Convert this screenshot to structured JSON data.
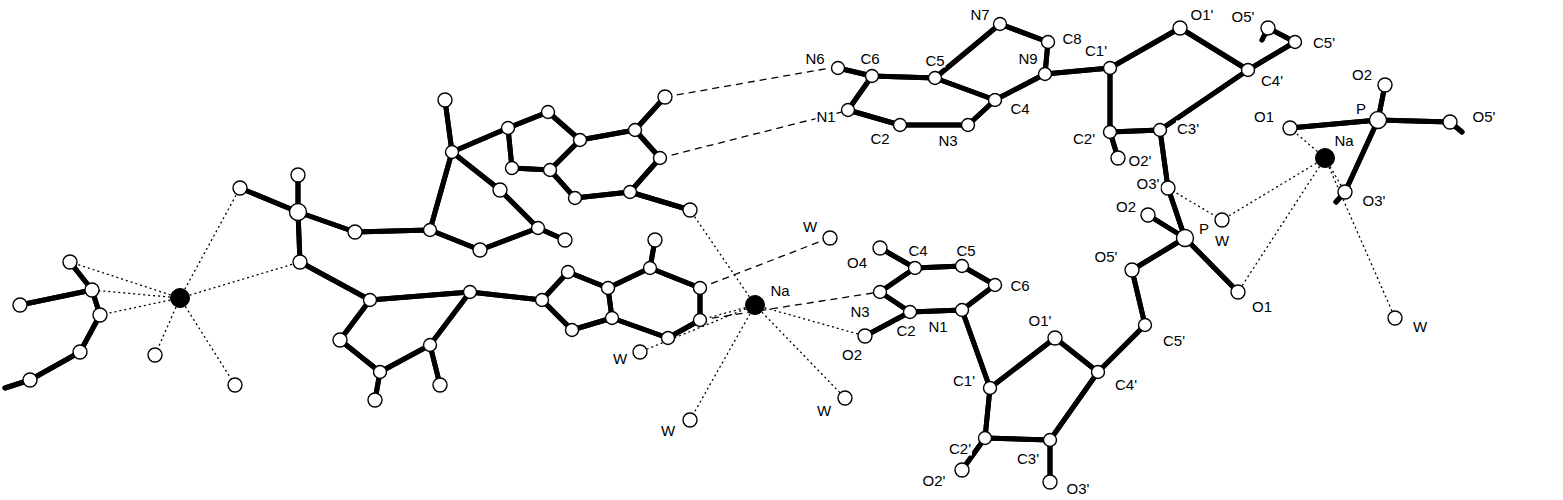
{
  "diagram": {
    "labels": [
      "N6",
      "C6",
      "C5",
      "N7",
      "C8",
      "N9",
      "C4",
      "N1",
      "C2",
      "N3",
      "C1'",
      "O1'",
      "O5'",
      "C5'",
      "C4'",
      "C2'",
      "O2'",
      "C3'",
      "O3'",
      "O2",
      "O1",
      "P",
      "O5'",
      "O3'",
      "Na",
      "W",
      "W",
      "W",
      "O4",
      "C4",
      "C5",
      "N3",
      "C6",
      "O2",
      "P",
      "O5'",
      "O1",
      "C2",
      "N1",
      "O1'",
      "C5'",
      "Na",
      "W",
      "O2",
      "C1'",
      "C4'",
      "W",
      "W",
      "C2'",
      "O2'",
      "C3'",
      "O3'"
    ]
  }
}
